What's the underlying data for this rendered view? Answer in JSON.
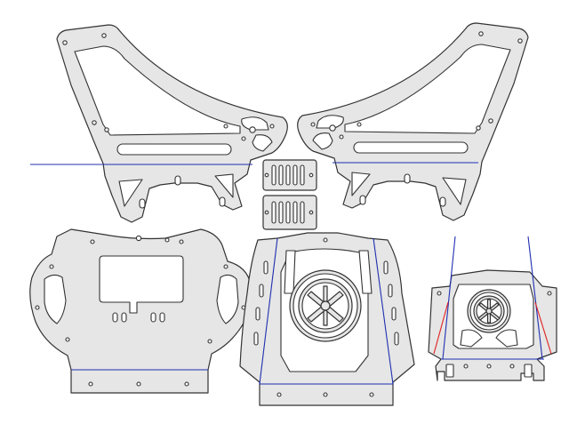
{
  "colors": {
    "part_fill": "#e6e6e6",
    "part_stroke": "#333333",
    "bend_line": "#1f2fb0",
    "cut_line": "#e02020",
    "background": "#ffffff"
  },
  "parts": [
    "left-side-frame",
    "right-side-frame",
    "vent-plate-top",
    "vent-plate-bottom",
    "base-plate",
    "logo-panel",
    "small-logo-panel"
  ]
}
